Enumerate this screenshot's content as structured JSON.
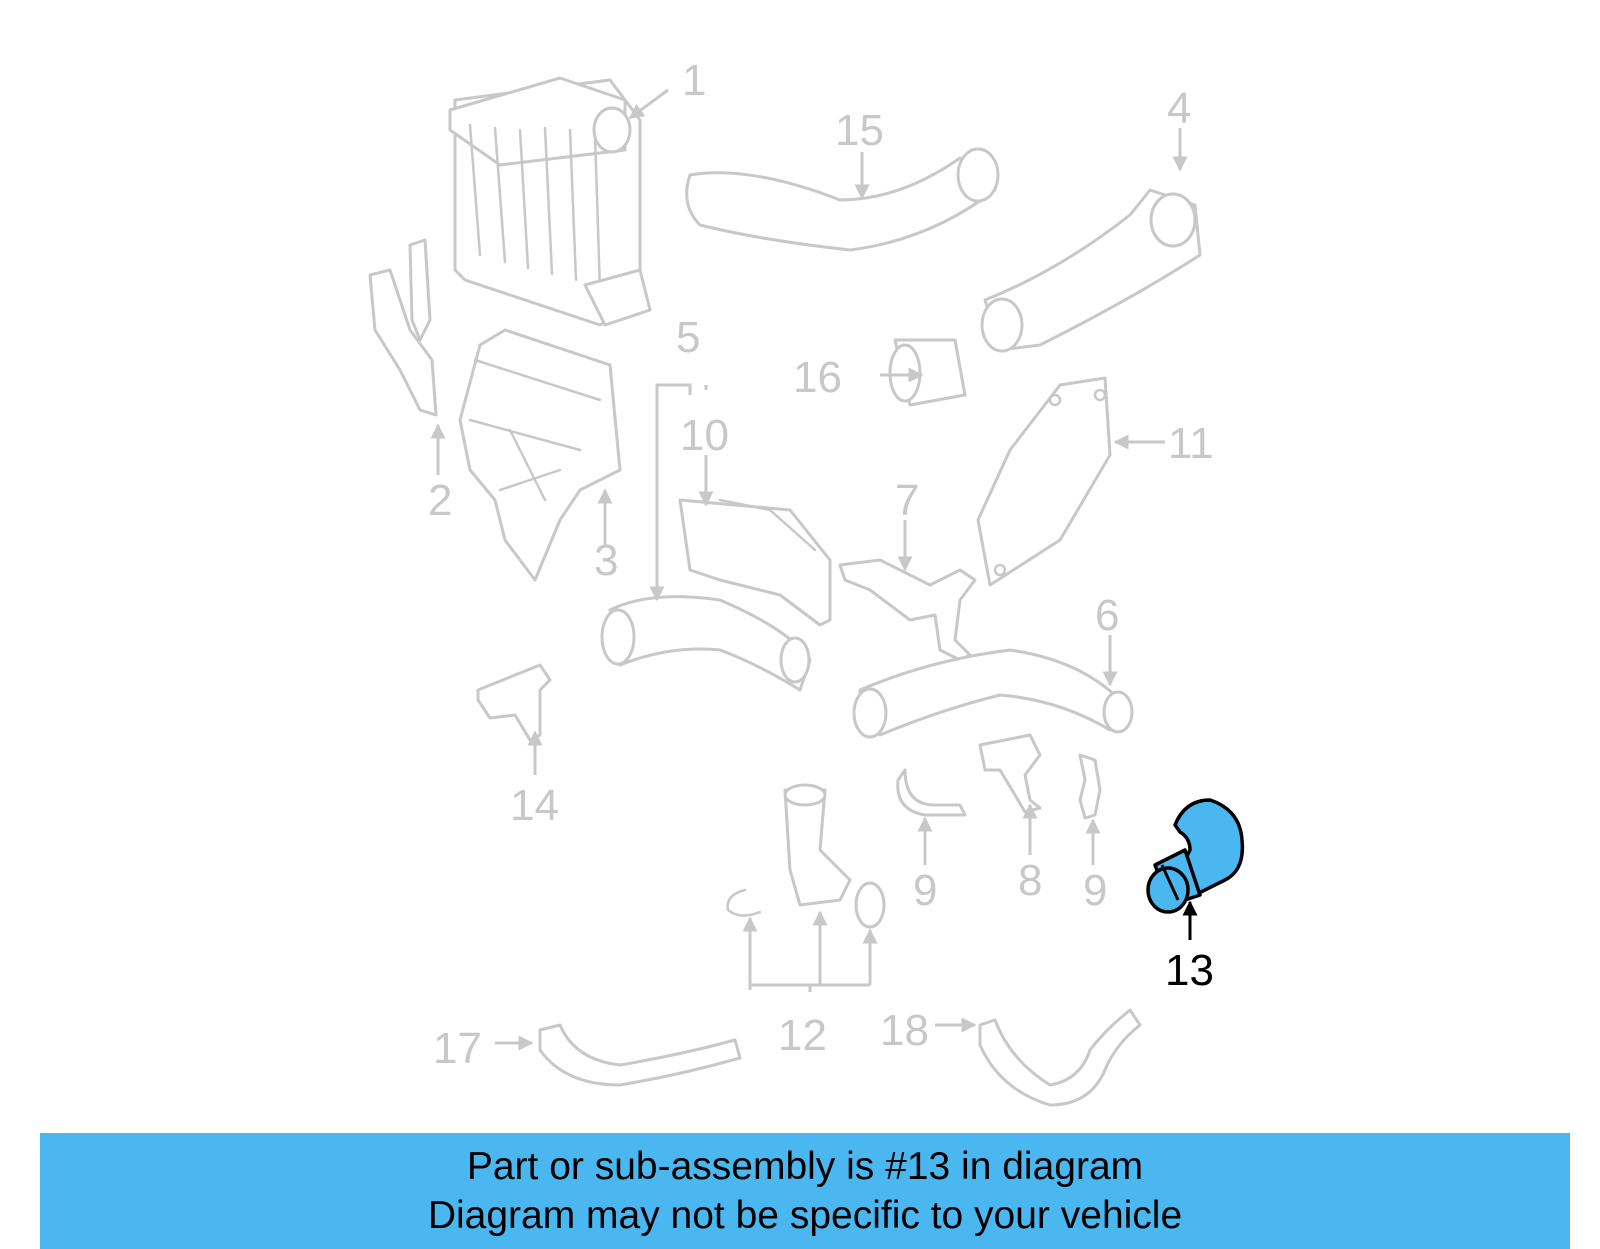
{
  "highlight_color": "#4ab7f0",
  "faded_color": "#c8c8c8",
  "callouts": {
    "c1": "1",
    "c2": "2",
    "c3": "3",
    "c4": "4",
    "c5": "5",
    "c6": "6",
    "c7": "7",
    "c8": "8",
    "c9a": "9",
    "c9b": "9",
    "c10": "10",
    "c11": "11",
    "c12": "12",
    "c13": "13",
    "c14": "14",
    "c15": "15",
    "c16": "16",
    "c17": "17",
    "c18": "18"
  },
  "highlighted_callout": "13",
  "banner": {
    "line1": "Part or sub-assembly is #13 in diagram",
    "line2": "Diagram may not be specific to your vehicle"
  }
}
